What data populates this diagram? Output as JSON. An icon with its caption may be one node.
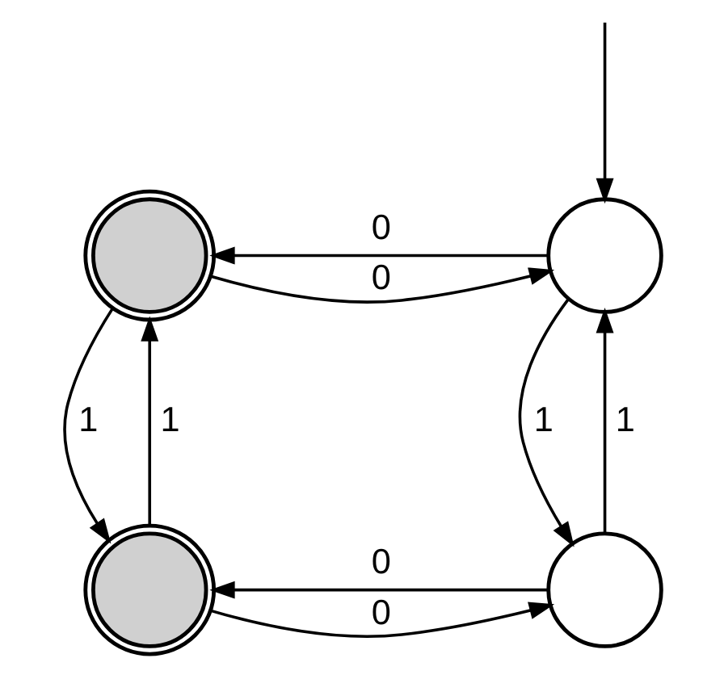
{
  "diagram": {
    "nodes": [
      {
        "text": [],
        "shape": "circle"
      },
      {
        "text": [],
        "shape": "doublecircle"
      },
      {
        "text": [],
        "shape": "circle"
      },
      {
        "text": [],
        "shape": "doublecircle"
      }
    ],
    "edges": [
      {
        "from": null,
        "to": 0,
        "arrow": "to"
      },
      {
        "from": 0,
        "to": 1,
        "arrow": "to",
        "label": "0"
      },
      {
        "from": 1,
        "to": 0,
        "arrow": "to",
        "label": "0"
      },
      {
        "from": 2,
        "to": 0,
        "arrow": "to",
        "label": "1"
      },
      {
        "from": 0,
        "to": 2,
        "arrow": "to",
        "label": "1"
      },
      {
        "from": 3,
        "to": 1,
        "arrow": "to",
        "label": "1"
      },
      {
        "from": 1,
        "to": 3,
        "arrow": "to",
        "label": "1"
      },
      {
        "from": 2,
        "to": 3,
        "arrow": "to",
        "label": "0"
      },
      {
        "from": 3,
        "to": 2,
        "arrow": "to",
        "label": "0"
      }
    ]
  }
}
